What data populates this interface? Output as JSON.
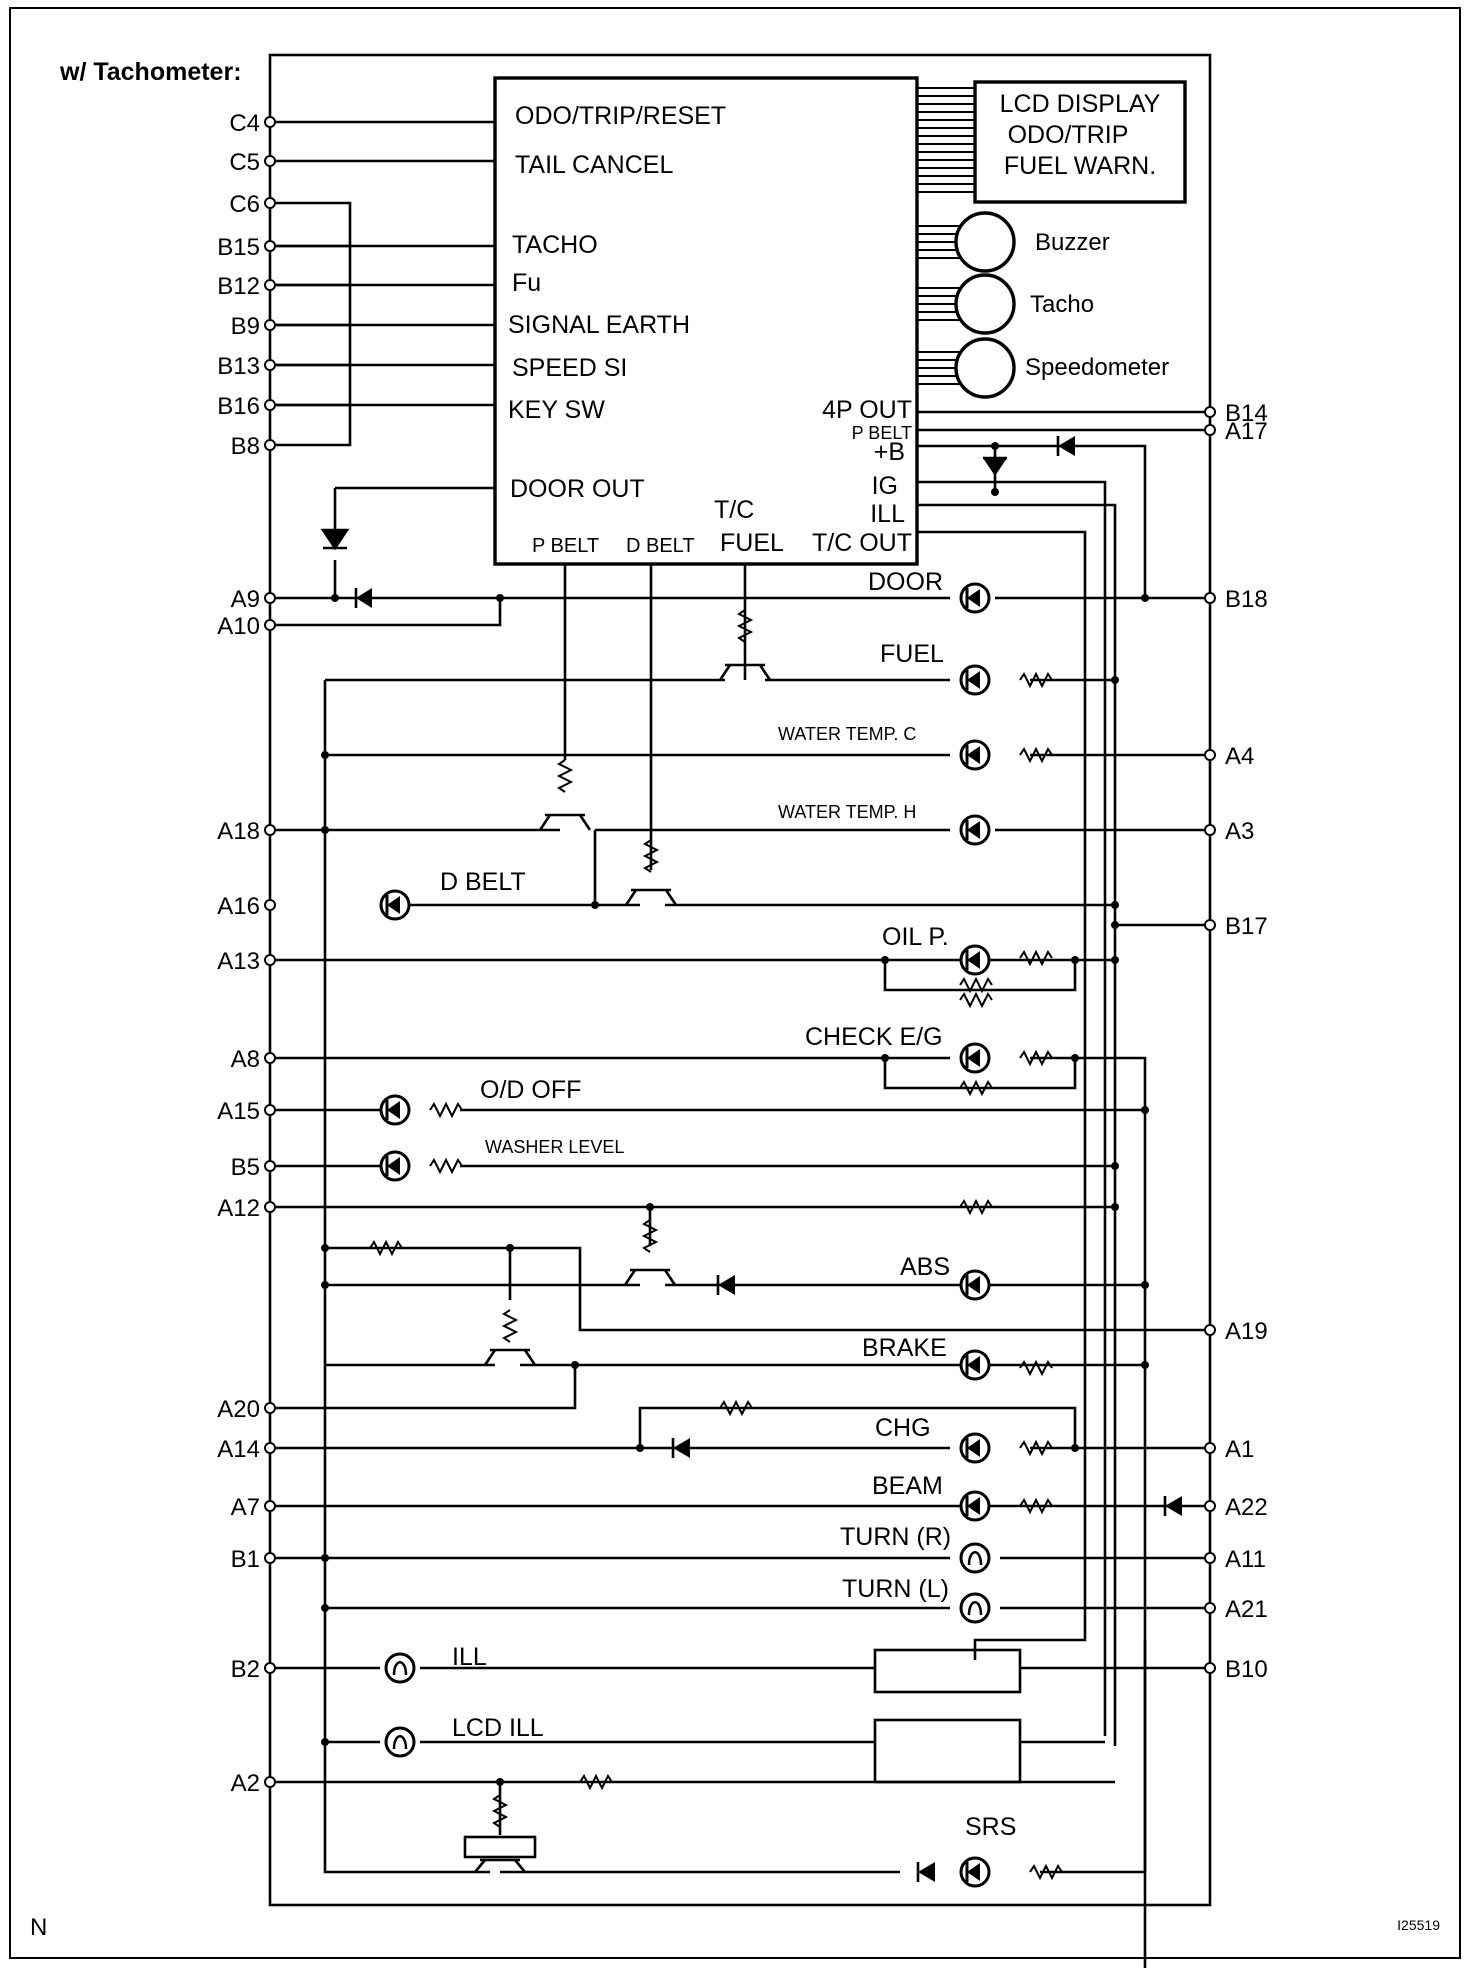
{
  "header": "w/ Tachometer:",
  "footer": {
    "left": "N",
    "right": "I25519"
  },
  "left_terminals": [
    "C4",
    "C5",
    "C6",
    "B15",
    "B12",
    "B9",
    "B13",
    "B16",
    "B8",
    "A9",
    "A10",
    "A18",
    "A16",
    "A13",
    "A8",
    "A15",
    "B5",
    "A12",
    "A20",
    "A14",
    "A7",
    "B1",
    "B2",
    "A2"
  ],
  "right_terminals": [
    "B14",
    "A17",
    "B18",
    "A4",
    "A3",
    "B17",
    "A19",
    "A1",
    "A22",
    "A11",
    "A21",
    "B10"
  ],
  "ecu": {
    "inputs": [
      "ODO/TRIP/RESET",
      "TAIL CANCEL",
      "TACHO",
      "Fu",
      "SIGNAL EARTH",
      "SPEED SI",
      "KEY SW",
      "DOOR OUT"
    ],
    "outputs": [
      "4P OUT",
      "P BELT",
      "+B",
      "IG",
      "ILL",
      "T/C OUT"
    ],
    "bottom": [
      "P BELT",
      "D BELT",
      "T/C",
      "FUEL"
    ]
  },
  "lcd_box": [
    "LCD DISPLAY",
    "ODO/TRIP",
    "FUEL WARN."
  ],
  "gauges": [
    "Buzzer",
    "Tacho",
    "Speedometer"
  ],
  "indicators": [
    "DOOR",
    "FUEL",
    "WATER TEMP. C",
    "WATER TEMP. H",
    "D BELT",
    "OIL P.",
    "CHECK E/G",
    "O/D OFF",
    "WASHER LEVEL",
    "ABS",
    "BRAKE",
    "CHG",
    "BEAM",
    "TURN (R)",
    "TURN (L)",
    "ILL",
    "LCD ILL",
    "SRS"
  ]
}
